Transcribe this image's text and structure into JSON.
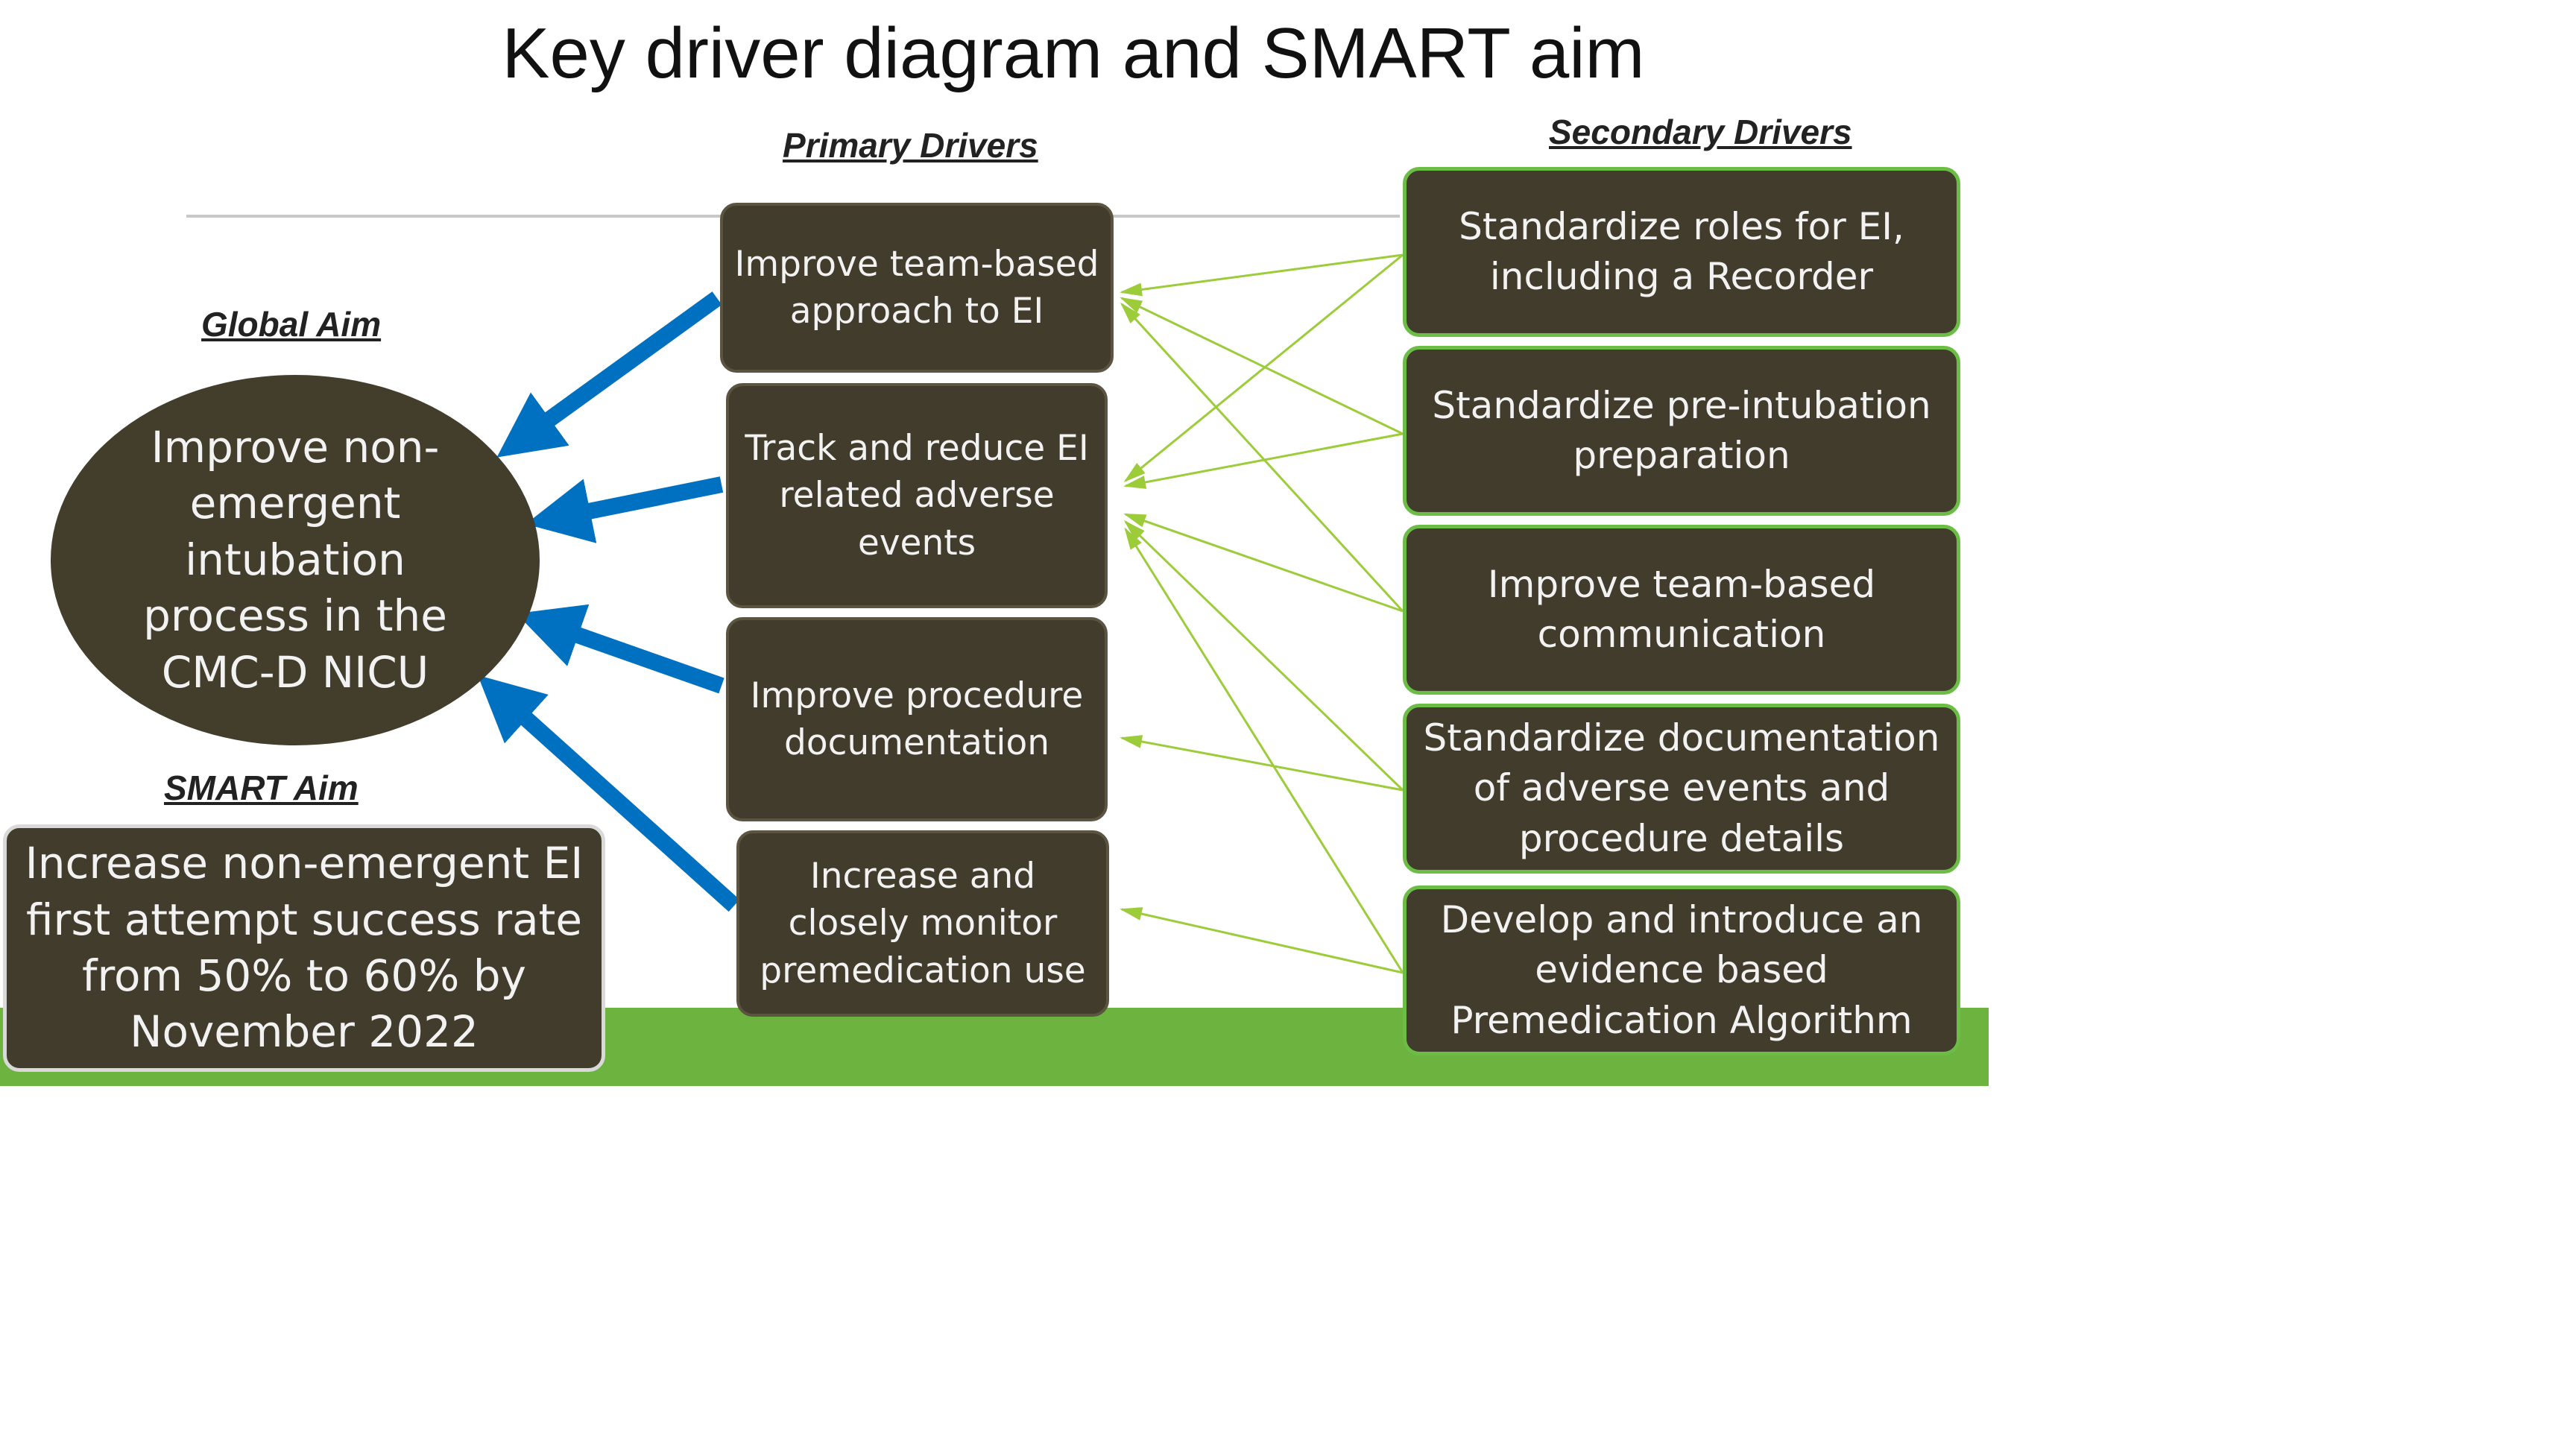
{
  "title": "Key driver diagram and SMART aim",
  "headings": {
    "primary": "Primary Drivers",
    "secondary": "Secondary Drivers",
    "global": "Global Aim",
    "smart": "SMART Aim"
  },
  "global_aim": "Improve non-emergent intubation process in the CMC-D NICU",
  "smart_aim": "Increase non-emergent EI first attempt success rate from 50% to 60% by November 2022",
  "primary_drivers": [
    "Improve team-based approach to EI",
    "Track and reduce EI related adverse events",
    "Improve procedure documentation",
    "Increase and closely monitor premedication use"
  ],
  "secondary_drivers": [
    "Standardize roles for EI, including a Recorder",
    "Standardize pre-intubation preparation",
    "Improve team-based communication",
    "Standardize documentation of adverse events and procedure details",
    "Develop and introduce an evidence based Premedication Algorithm"
  ],
  "colors": {
    "box_fill": "#413c2b",
    "secondary_border": "#6cbd45",
    "blue_arrow": "#0070c0",
    "green_arrow": "#9ccc3a",
    "band_green": "#6db33f"
  }
}
